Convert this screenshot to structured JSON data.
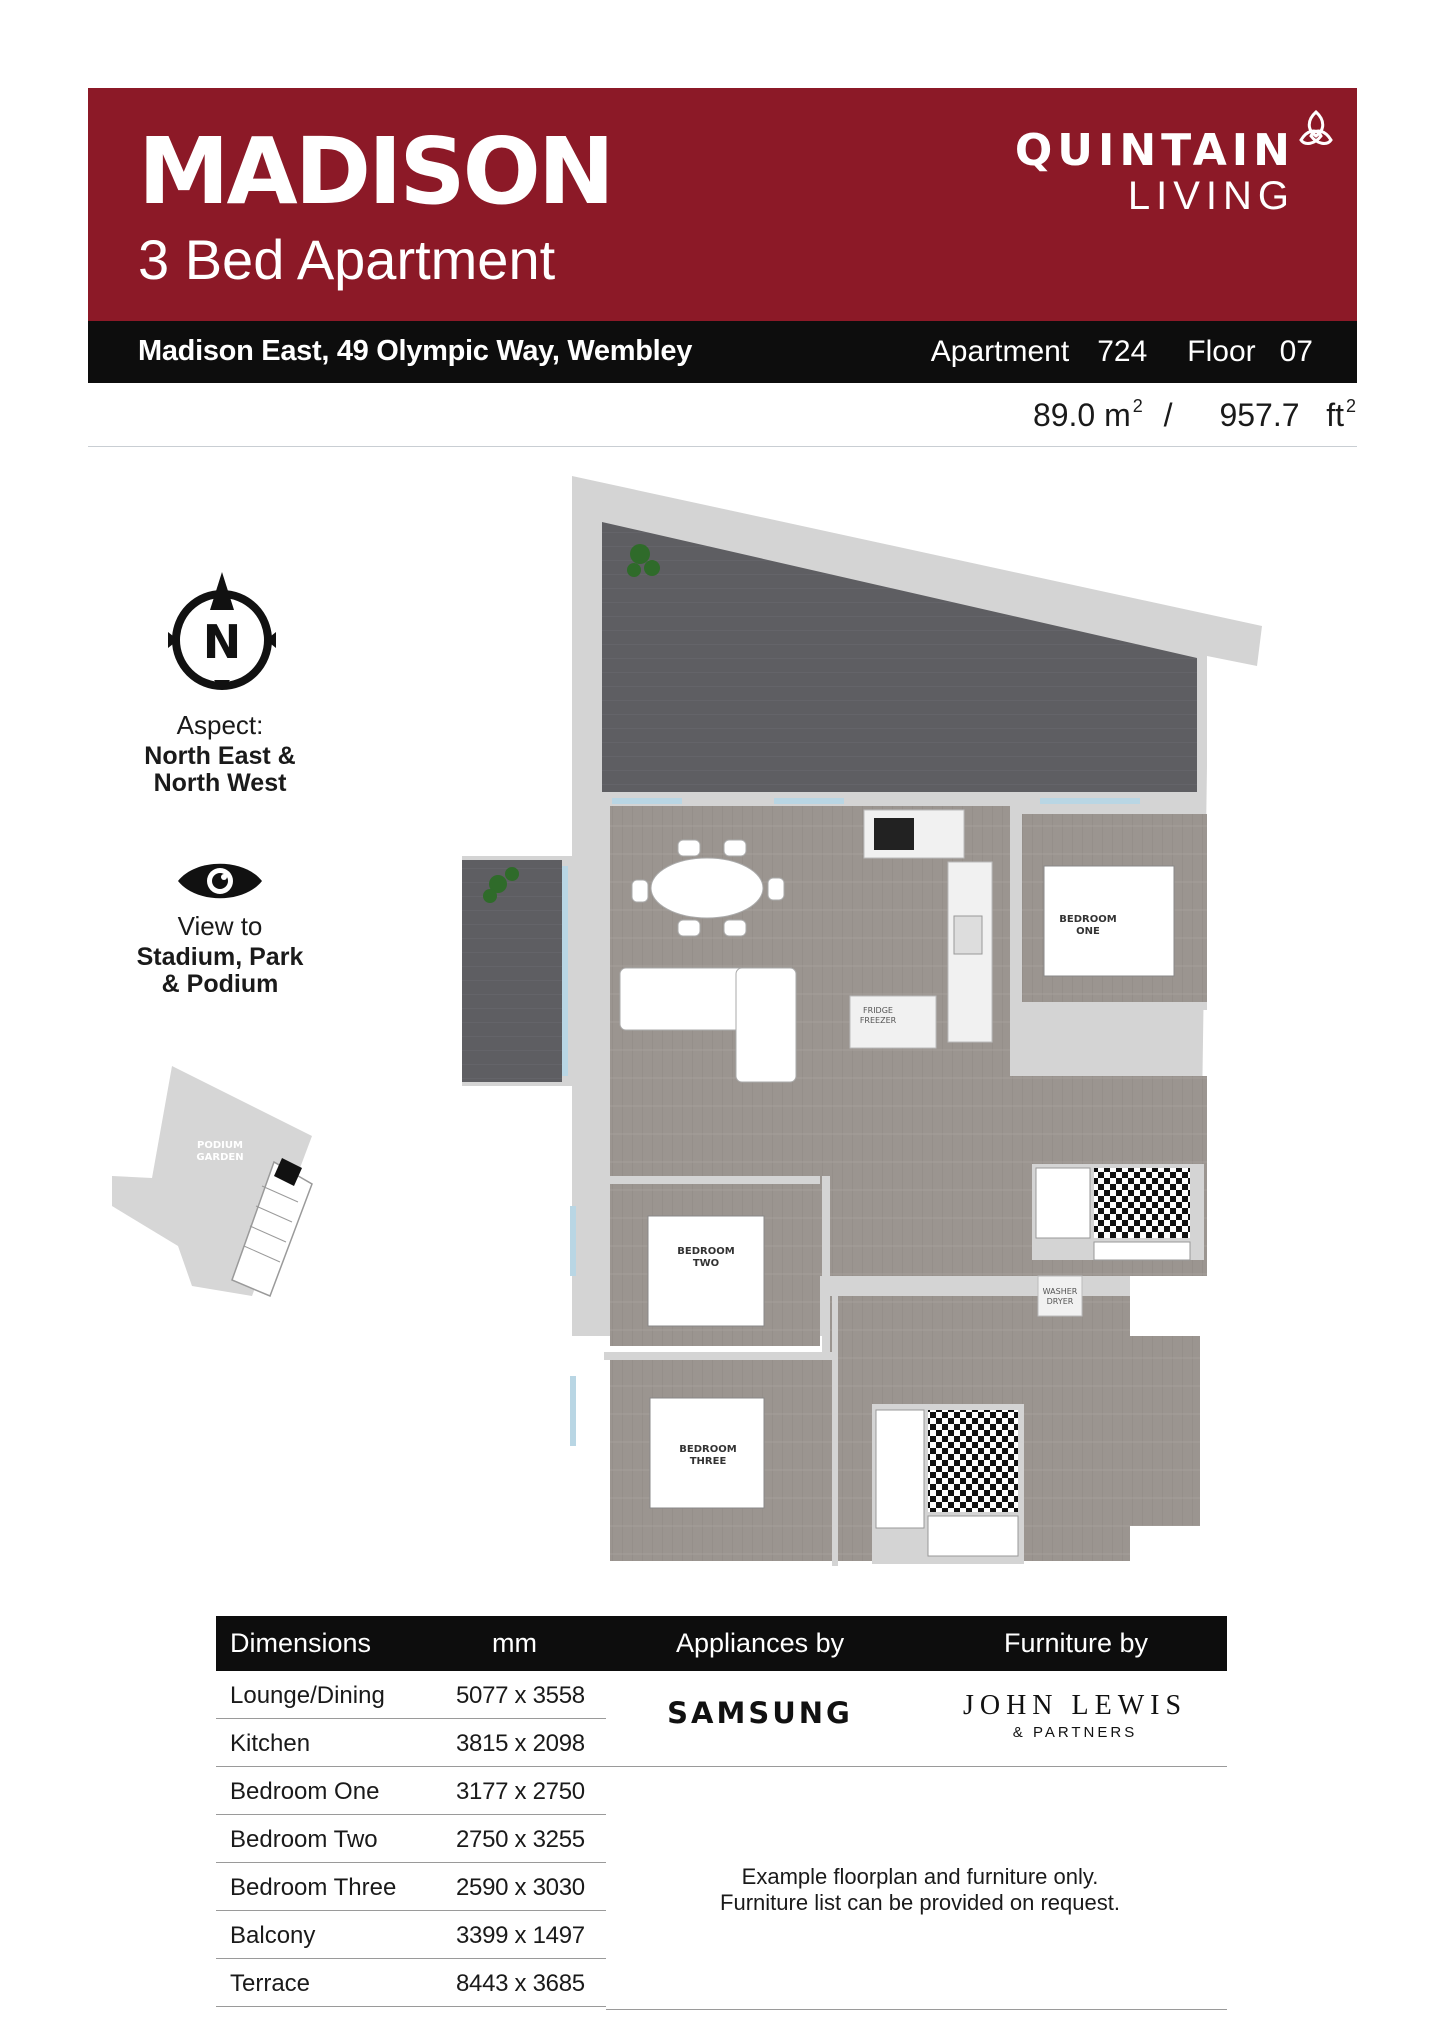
{
  "header": {
    "title": "MADISON",
    "subtitle": "3 Bed Apartment",
    "brand_top": "QUINTAIN",
    "brand_bottom": "LIVING",
    "brand_color": "#8c1927"
  },
  "info_bar": {
    "address": "Madison East, 49 Olympic Way, Wembley",
    "apartment_label": "Apartment",
    "apartment_number": "724",
    "floor_label": "Floor",
    "floor_number": "07"
  },
  "area": {
    "metric_value": "89.0",
    "metric_unit": "m",
    "separator": "/",
    "imperial_value": "957.7",
    "imperial_unit": "ft",
    "superscript": "2"
  },
  "aspect": {
    "compass_letter": "N",
    "label": "Aspect:",
    "value_line1": "North East &",
    "value_line2": "North West"
  },
  "view": {
    "label": "View to",
    "value_line1": "Stadium, Park",
    "value_line2": "& Podium"
  },
  "keyplan": {
    "garden_line1": "PODIUM",
    "garden_line2": "GARDEN"
  },
  "floorplan": {
    "bedroom_one_line1": "BEDROOM",
    "bedroom_one_line2": "ONE",
    "bedroom_two_line1": "BEDROOM",
    "bedroom_two_line2": "TWO",
    "bedroom_three_line1": "BEDROOM",
    "bedroom_three_line2": "THREE",
    "fridge_line1": "FRIDGE",
    "fridge_line2": "FREEZER",
    "washer_line1": "WASHER",
    "washer_line2": "DRYER",
    "floor_color": "#9b9590",
    "terrace_color": "#5e5e62",
    "wall_color": "#d4d4d4"
  },
  "table": {
    "headers": {
      "dimensions": "Dimensions",
      "mm": "mm",
      "appliances": "Appliances by",
      "furniture": "Furniture by"
    },
    "rows": [
      {
        "room": "Lounge/Dining",
        "mm": "5077 x 3558"
      },
      {
        "room": "Kitchen",
        "mm": "3815 x 2098"
      },
      {
        "room": "Bedroom One",
        "mm": "3177 x 2750"
      },
      {
        "room": "Bedroom Two",
        "mm": "2750 x 3255"
      },
      {
        "room": "Bedroom Three",
        "mm": "2590 x 3030"
      },
      {
        "room": "Balcony",
        "mm": "3399 x 1497"
      },
      {
        "room": "Terrace",
        "mm": "8443 x 3685"
      }
    ],
    "appliances_brand": "SAMSUNG",
    "furniture_brand_top": "JOHN LEWIS",
    "furniture_brand_bottom": "& PARTNERS",
    "note_line1": "Example floorplan and furniture only.",
    "note_line2": "Furniture list can be provided on request."
  }
}
